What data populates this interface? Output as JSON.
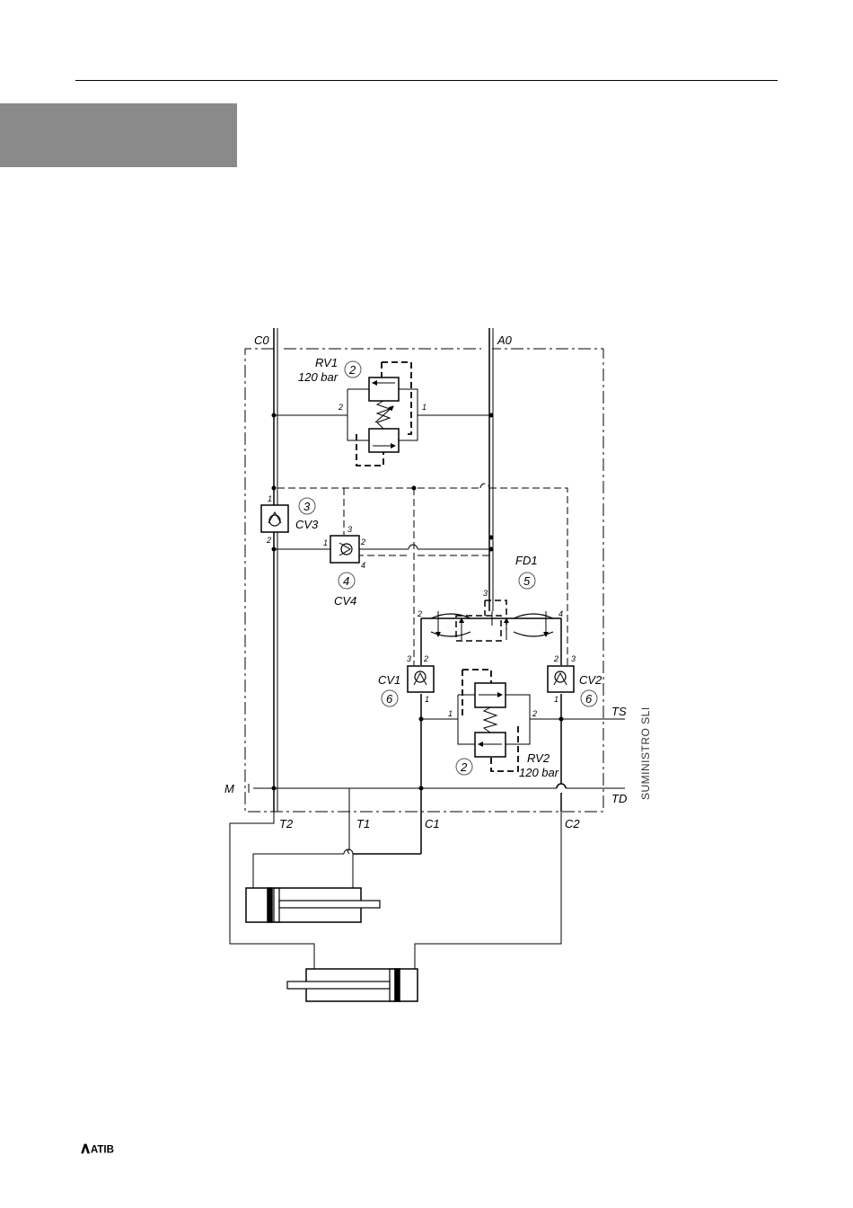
{
  "header": {
    "has_rule": true
  },
  "logo": {
    "text": "ATIB"
  },
  "diagram": {
    "ports": {
      "c0": "C0",
      "a0": "A0",
      "m": "M",
      "ts": "TS",
      "td": "TD",
      "t2": "T2",
      "t1": "T1",
      "c1": "C1",
      "c2": "C2"
    },
    "rv1": {
      "name": "RV1",
      "setting": "120 bar",
      "item": "2",
      "port_in": "2",
      "port_out": "1"
    },
    "rv2": {
      "name": "RV2",
      "setting": "120 bar",
      "item": "2",
      "port_in": "1",
      "port_out": "2"
    },
    "cv3": {
      "name": "CV3",
      "item": "3",
      "port_top": "1",
      "port_bottom": "2"
    },
    "cv4": {
      "name": "CV4",
      "item": "4",
      "port_left": "1",
      "port_right": "2",
      "port_top": "3",
      "port_bottom": "4"
    },
    "fd1": {
      "name": "FD1",
      "item": "5",
      "port_left": "2",
      "port_center": "3",
      "port_right": "4"
    },
    "cv1": {
      "name": "CV1",
      "item": "6",
      "port_a": "3",
      "port_b": "2",
      "port_c": "1"
    },
    "cv2": {
      "name": "CV2",
      "item": "6",
      "port_a": "2",
      "port_b": "3",
      "port_c": "1"
    },
    "side_label": "SUMINISTRO SLI"
  }
}
